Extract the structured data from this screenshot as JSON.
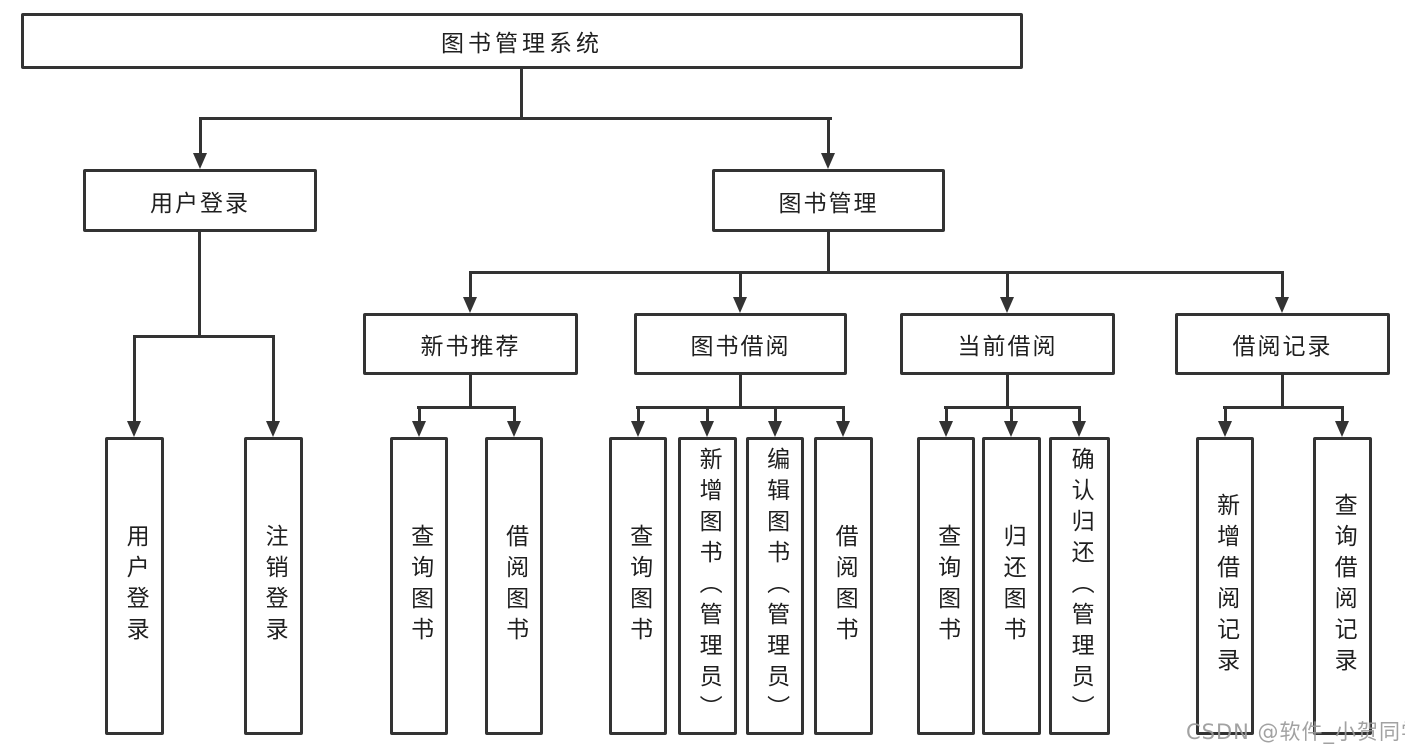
{
  "diagram": {
    "type": "hierarchy-tree",
    "root": {
      "label": "图书管理系统"
    },
    "level2": {
      "user_login": {
        "label": "用户登录"
      },
      "book_mgmt": {
        "label": "图书管理"
      }
    },
    "level3": {
      "new_book_rec": {
        "label": "新书推荐",
        "parent": "图书管理"
      },
      "book_borrow": {
        "label": "图书借阅",
        "parent": "图书管理"
      },
      "current_borrow": {
        "label": "当前借阅",
        "parent": "图书管理"
      },
      "borrow_record": {
        "label": "借阅记录",
        "parent": "图书管理"
      }
    },
    "leaves": {
      "leaf_user_login": {
        "label": "用户登录",
        "parent": "用户登录"
      },
      "leaf_logout": {
        "label": "注销登录",
        "parent": "用户登录"
      },
      "leaf_rec_query": {
        "label": "查询图书",
        "parent": "新书推荐"
      },
      "leaf_rec_borrow": {
        "label": "借阅图书",
        "parent": "新书推荐"
      },
      "leaf_bb_query": {
        "label": "查询图书",
        "parent": "图书借阅"
      },
      "leaf_bb_add": {
        "label": "新增图书（管理员）",
        "parent": "图书借阅"
      },
      "leaf_bb_edit": {
        "label": "编辑图书（管理员）",
        "parent": "图书借阅"
      },
      "leaf_bb_borrow": {
        "label": "借阅图书",
        "parent": "图书借阅"
      },
      "leaf_cb_query": {
        "label": "查询图书",
        "parent": "当前借阅"
      },
      "leaf_cb_return": {
        "label": "归还图书",
        "parent": "当前借阅"
      },
      "leaf_cb_confirm": {
        "label": "确认归还（管理员）",
        "parent": "当前借阅"
      },
      "leaf_br_add": {
        "label": "新增借阅记录",
        "parent": "借阅记录"
      },
      "leaf_br_query": {
        "label": "查询借阅记录",
        "parent": "借阅记录"
      }
    }
  },
  "watermark": {
    "text": "CSDN @软件_小贺同学"
  },
  "colors": {
    "line": "#333333",
    "text": "#1f1f1f",
    "watermark": "#9b9b9b",
    "background": "#ffffff"
  }
}
